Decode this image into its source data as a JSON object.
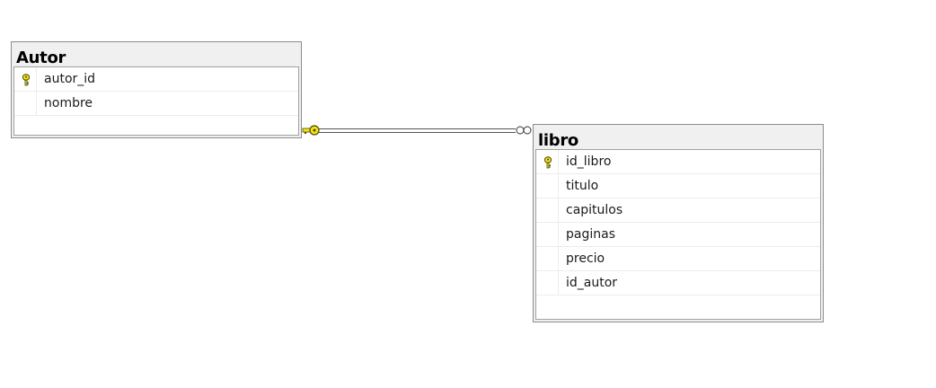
{
  "tables": [
    {
      "name": "Autor",
      "columns": [
        {
          "name": "autor_id",
          "primary_key": true,
          "icon": "key-icon"
        },
        {
          "name": "nombre",
          "primary_key": false
        }
      ]
    },
    {
      "name": "libro",
      "columns": [
        {
          "name": "id_libro",
          "primary_key": true,
          "icon": "key-icon"
        },
        {
          "name": "titulo",
          "primary_key": false
        },
        {
          "name": "capitulos",
          "primary_key": false
        },
        {
          "name": "paginas",
          "primary_key": false
        },
        {
          "name": "precio",
          "primary_key": false
        },
        {
          "name": "id_autor",
          "primary_key": false
        }
      ]
    }
  ],
  "relationship": {
    "from_table": "Autor",
    "to_table": "libro",
    "from_end": "one (key)",
    "to_end": "many (infinity)"
  },
  "colors": {
    "key": "#f5e21c",
    "key_outline": "#4a4a00",
    "header_bg": "#f0f0f0",
    "border": "#8c8c8c"
  }
}
